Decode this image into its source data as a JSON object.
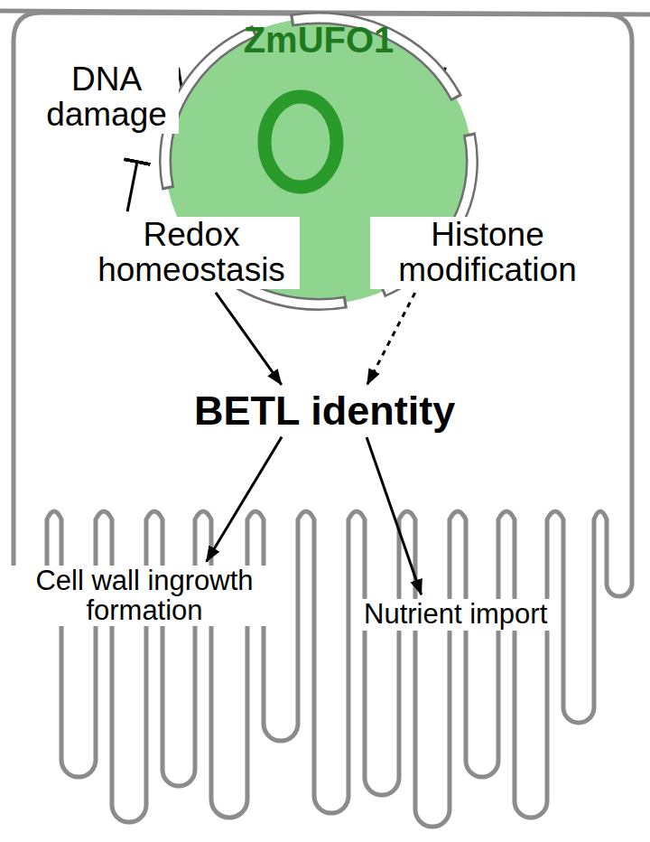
{
  "diagram": {
    "nodes": [
      {
        "text": [
          "ZmUFO1"
        ]
      },
      {
        "text": [
          "DNA damage"
        ]
      },
      {
        "text": [
          "Redox homeostasis"
        ]
      },
      {
        "text": [
          "Histone modification"
        ]
      },
      {
        "text": [
          "BETL identity"
        ]
      },
      {
        "text": [
          "Cell wall ingrowth formation"
        ]
      },
      {
        "text": [
          "Nutrient import"
        ]
      }
    ],
    "edges": [
      {
        "from": 0,
        "to": 2,
        "arrow": "to"
      },
      {
        "from": 0,
        "to": 3,
        "arrow": "to"
      },
      {
        "from": 2,
        "to": 1,
        "arrow": "to"
      },
      {
        "from": 2,
        "to": 4,
        "arrow": "to"
      },
      {
        "from": 3,
        "to": 4,
        "arrow": "to"
      },
      {
        "from": 4,
        "to": 5,
        "arrow": "to"
      },
      {
        "from": 4,
        "to": 6,
        "arrow": "to"
      }
    ]
  }
}
